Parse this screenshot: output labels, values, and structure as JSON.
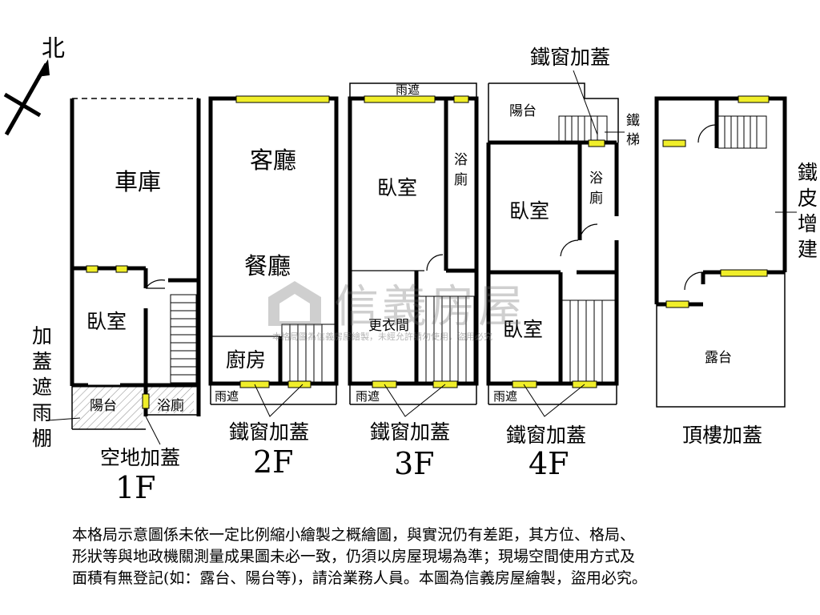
{
  "compass": {
    "label": "北"
  },
  "rooms": {
    "garage": "車庫",
    "bedroom_1f": "臥室",
    "balcony_1f": "陽台",
    "bath_1f": "浴廁",
    "living": "客廳",
    "dining": "餐廳",
    "kitchen": "廚房",
    "bedroom_3f": "臥室",
    "bath_3f_top": "浴",
    "bath_3f_bottom": "廁",
    "closet_3f": "更衣間",
    "balcony_4f": "陽台",
    "bedroom_4f_top": "臥室",
    "bath_4f_top": "浴",
    "bath_4f_bottom": "廁",
    "bedroom_4f_bottom": "臥室",
    "terrace": "露台"
  },
  "annotations": {
    "rain_cover": "雨遮",
    "iron_window": "鐵窗加蓋",
    "iron_stair_1": "鐵",
    "iron_stair_2": "梯",
    "iron_ext": [
      "鐵",
      "皮",
      "增",
      "建"
    ],
    "rain_shed": [
      "加",
      "蓋",
      "遮",
      "雨",
      "棚"
    ],
    "yard_cover": "空地加蓋",
    "roof_cover": "頂樓加蓋"
  },
  "floors": {
    "f1": "1F",
    "f2": "2F",
    "f3": "3F",
    "f4": "4F"
  },
  "watermark": {
    "brand": "信義房屋",
    "fine": "本格局圖為信義房屋繪製，未經允許請勿使用，盜用必究"
  },
  "notice": "本格局示意圖係未依一定比例縮小繪製之概繪圖，與實況仍有差距，其方位、格局、\n形狀等與地政機關測量成果圖未必一致，仍須以房屋現場為準；現場空間使用方式及\n面積有無登記(如：露台、陽台等)，請洽業務人員。本圖為信義房屋繪製，盜用必究。",
  "colors": {
    "wall": "#000000",
    "window": "#f0ee2a",
    "hatch": "#9a9a9a"
  }
}
